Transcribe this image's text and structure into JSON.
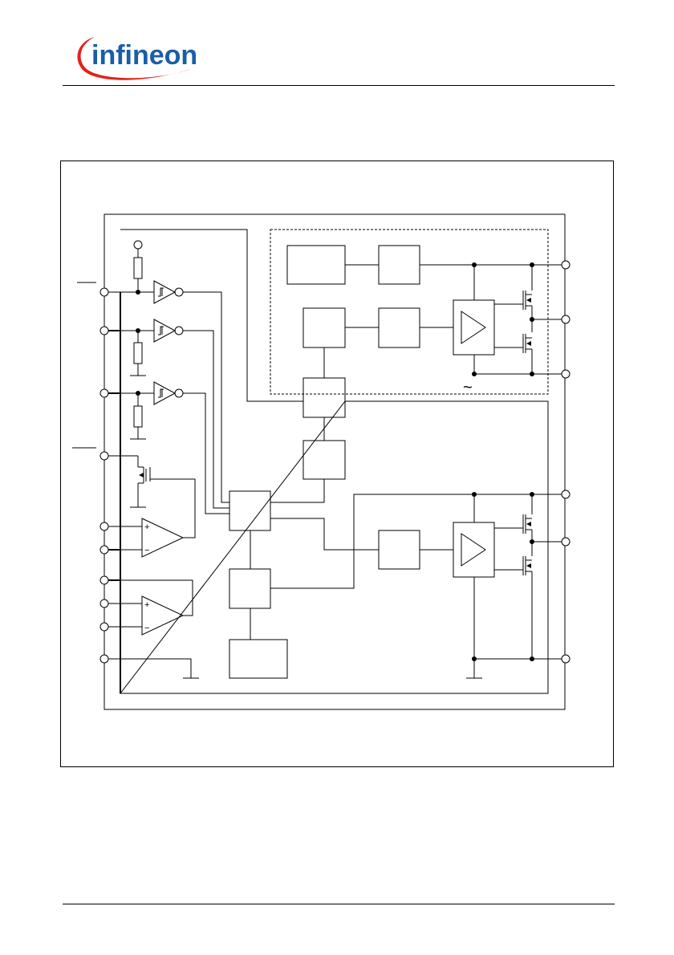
{
  "header": {
    "logo": {
      "brand_text": "infineon",
      "colors": {
        "swoosh": "#e2231a",
        "text": "#1a5ea8"
      }
    }
  },
  "diagram": {
    "stroke_color": "#000000",
    "components": {
      "pins": [
        "pin-left-1",
        "pin-left-2",
        "pin-left-3",
        "pin-left-4",
        "pin-left-5",
        "pin-left-6",
        "pin-left-7",
        "pin-left-8",
        "pin-left-9",
        "pin-left-10",
        "pin-right-1",
        "pin-right-2",
        "pin-right-3",
        "pin-right-4",
        "pin-right-5",
        "pin-right-6"
      ],
      "schmitt_buffers": 3,
      "comparators": 2,
      "driver_amplifiers": 2,
      "mosfet_pairs": 2
    },
    "opamp_signs": {
      "plus": "+",
      "minus": "−"
    },
    "ac_symbol": "~"
  }
}
